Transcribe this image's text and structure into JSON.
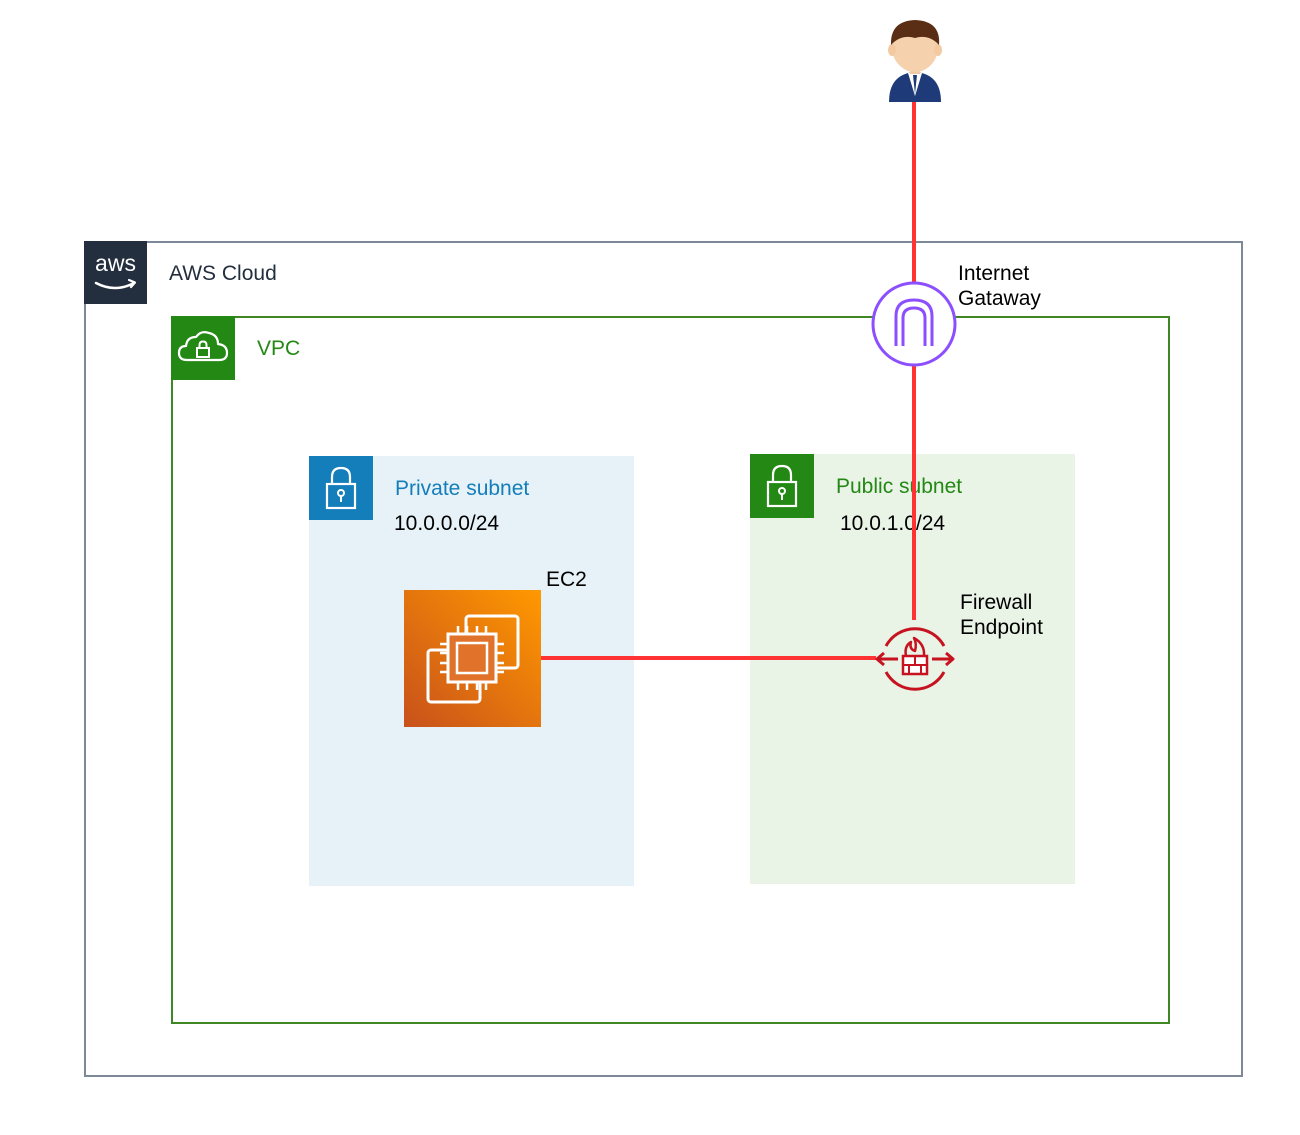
{
  "colors": {
    "aws_border": "#7d8998",
    "aws_badge": "#232f3e",
    "vpc_green": "#3f8624",
    "vpc_badge": "#248814",
    "private_fill": "#e6f2f8",
    "private_badge": "#147eba",
    "private_text": "#147eba",
    "public_fill": "#e9f3e6",
    "public_badge": "#248814",
    "public_text": "#248814",
    "connector": "#ff3333",
    "igw_purple": "#8c4fff",
    "firewall_red": "#c7131f",
    "ec2_orange_top": "#c8511b",
    "ec2_orange_bottom": "#ff9900"
  },
  "aws_cloud": {
    "label": "AWS Cloud",
    "badge_text": "aws",
    "badge_icon": "aws-logo-icon"
  },
  "vpc": {
    "label": "VPC",
    "badge_icon": "vpc-cloud-lock-icon"
  },
  "private_subnet": {
    "label": "Private subnet",
    "cidr": "10.0.0.0/24",
    "badge_icon": "padlock-icon"
  },
  "public_subnet": {
    "label": "Public subnet",
    "cidr": "10.0.1.0/24",
    "badge_icon": "padlock-icon"
  },
  "ec2": {
    "label": "EC2",
    "icon": "ec2-instance-icon"
  },
  "internet_gateway": {
    "label_line1": "Internet",
    "label_line2": "Gataway",
    "icon": "internet-gateway-icon"
  },
  "firewall_endpoint": {
    "label_line1": "Firewall",
    "label_line2": "Endpoint",
    "icon": "network-firewall-endpoint-icon"
  },
  "user": {
    "icon": "user-icon"
  }
}
